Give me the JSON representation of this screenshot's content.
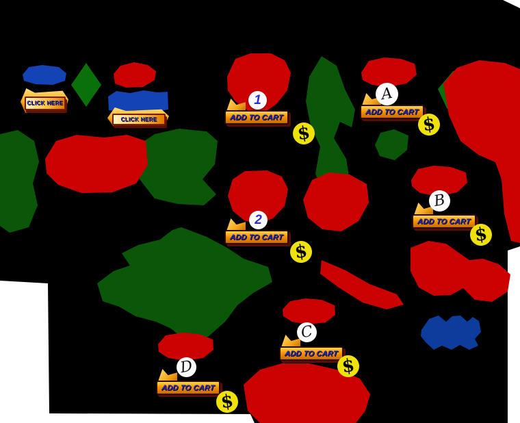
{
  "palette": {
    "ink": "#000000",
    "red": "#cc0202",
    "dark_green": "#0a570a",
    "mid_green": "#0a700a",
    "blue": "#1343b4",
    "dark_blue": "#0c3c9c",
    "coin_yellow": "#efe20a",
    "gold": "#f7a71b",
    "gold_light": "#ffe37a",
    "gold_dark": "#b35a00",
    "label_blue": "#2328c8"
  },
  "buttons": {
    "click_here": [
      {
        "label": "CLICK HERE"
      },
      {
        "label": "CLICK HERE"
      }
    ],
    "add_to_cart": [
      {
        "marker": "1",
        "label": "ADD TO CART"
      },
      {
        "marker": "2",
        "label": "ADD TO CART"
      },
      {
        "marker": "A",
        "label": "ADD TO CART"
      },
      {
        "marker": "B",
        "label": "ADD TO CART"
      },
      {
        "marker": "C",
        "label": "ADD TO CART"
      },
      {
        "marker": "D",
        "label": "ADD TO CART"
      }
    ]
  },
  "markers": {
    "list": [
      "1",
      "2",
      "A",
      "B",
      "C",
      "D"
    ]
  },
  "coin": {
    "symbol": "$",
    "count": 6
  }
}
